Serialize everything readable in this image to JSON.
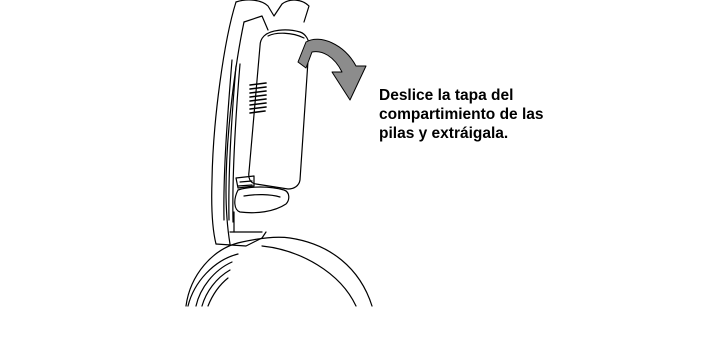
{
  "caption": {
    "lines": [
      "Deslice la tapa del",
      "compartimiento de las",
      "pilas y extráigala."
    ]
  },
  "illustration": {
    "subject": "headphone-earcup-battery-compartment",
    "icons": [
      "headband",
      "battery-compartment-lid",
      "slide-direction-arrow",
      "ear-cushion"
    ],
    "colors": {
      "line": "#000000",
      "background": "#ffffff",
      "lid_fill": "#ffffff",
      "arrow_fill": "#8c8c8c"
    }
  }
}
